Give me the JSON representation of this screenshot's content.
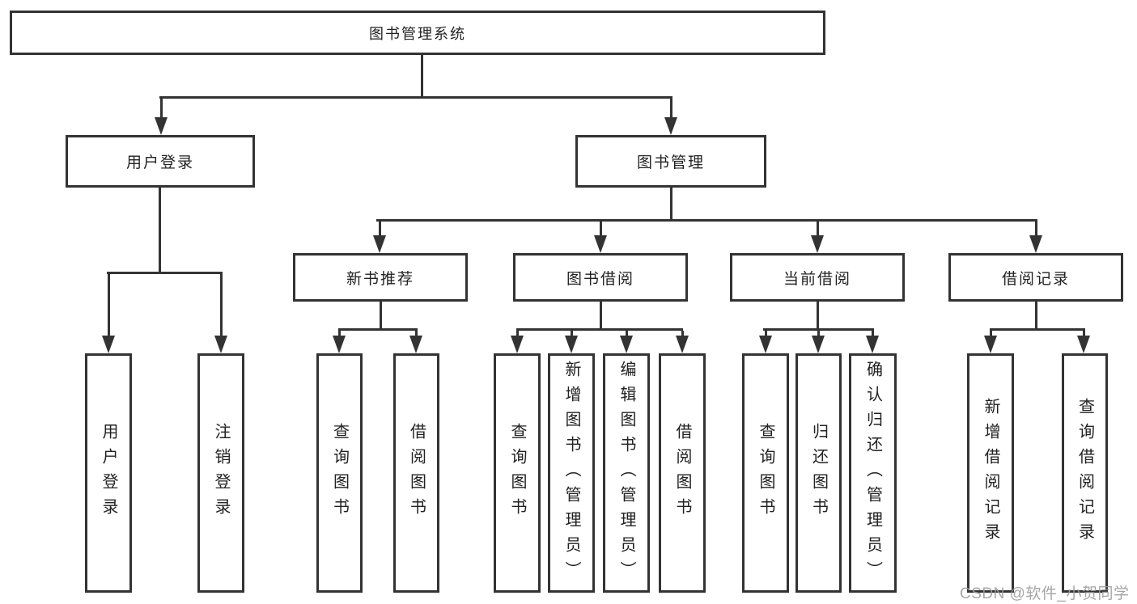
{
  "diagram": {
    "root": {
      "label": "图书管理系统"
    },
    "level2": [
      {
        "label": "用户登录"
      },
      {
        "label": "图书管理"
      }
    ],
    "level3": [
      {
        "label": "新书推荐"
      },
      {
        "label": "图书借阅"
      },
      {
        "label": "当前借阅"
      },
      {
        "label": "借阅记录"
      }
    ],
    "leaves": [
      {
        "label": "用户登录"
      },
      {
        "label": "注销登录"
      },
      {
        "label": "查询图书"
      },
      {
        "label": "借阅图书"
      },
      {
        "label": "查询图书"
      },
      {
        "label": "新增图书（管理员）"
      },
      {
        "label": "编辑图书（管理员）"
      },
      {
        "label": "借阅图书"
      },
      {
        "label": "查询图书"
      },
      {
        "label": "归还图书"
      },
      {
        "label": "确认归还（管理员）"
      },
      {
        "label": "新增借阅记录"
      },
      {
        "label": "查询借阅记录"
      }
    ]
  },
  "watermark": {
    "text": "CSDN @软件_小贺同学"
  },
  "colors": {
    "line": "#333333",
    "text": "#222222",
    "watermark": "#9c9c9c",
    "background": "#ffffff"
  }
}
